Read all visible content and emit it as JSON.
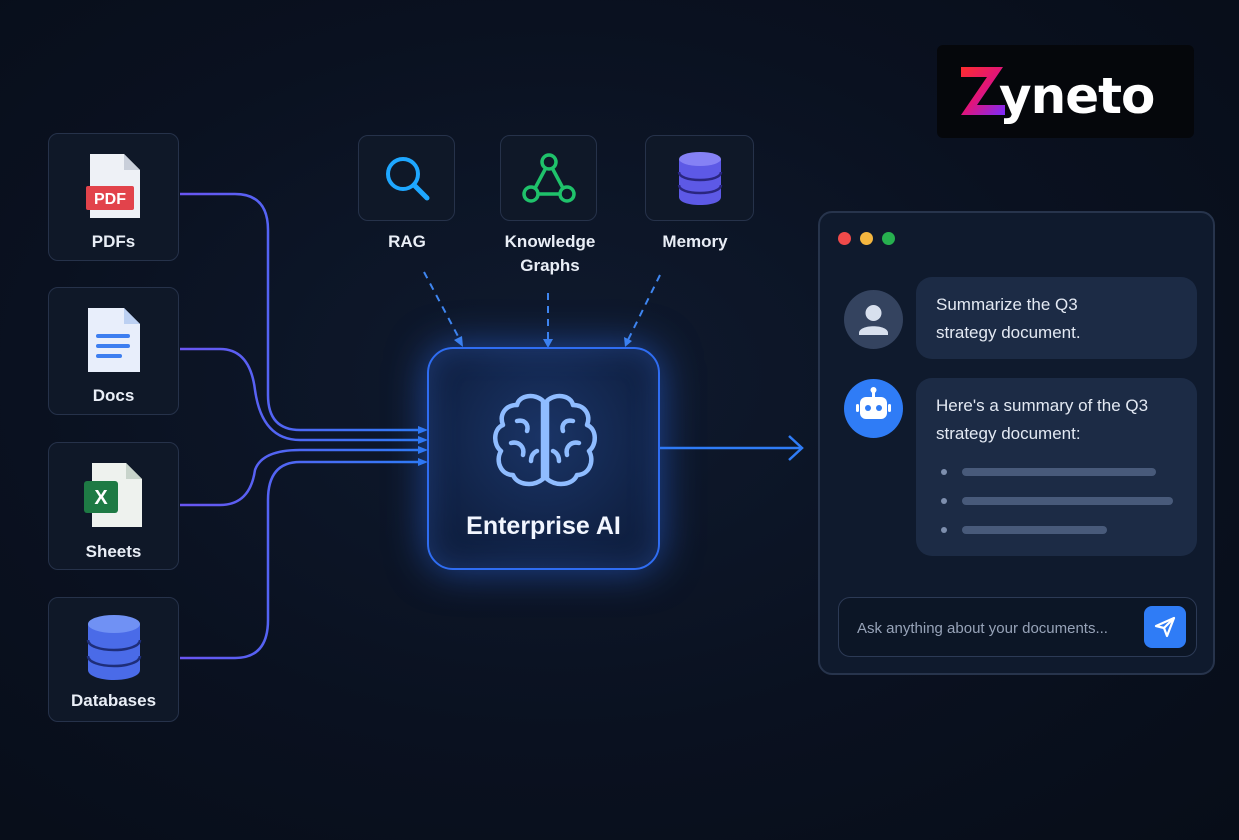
{
  "brand": {
    "name": "zyneto"
  },
  "sources": [
    {
      "label": "PDFs",
      "icon": "pdf-file-icon",
      "badge": "PDF"
    },
    {
      "label": "Docs",
      "icon": "doc-file-icon"
    },
    {
      "label": "Sheets",
      "icon": "sheet-file-icon",
      "badge": "X"
    },
    {
      "label": "Databases",
      "icon": "database-icon"
    }
  ],
  "tools": [
    {
      "label": "RAG",
      "icon": "search-icon"
    },
    {
      "label": "Knowledge\nGraphs",
      "icon": "graph-icon"
    },
    {
      "label": "Memory",
      "icon": "database-icon"
    }
  ],
  "core": {
    "label": "Enterprise AI",
    "icon": "brain-icon"
  },
  "chat": {
    "user_message": "Summarize the Q3 strategy document.",
    "bot_message": "Here's a summary of the Q3 strategy document:",
    "input_placeholder": "Ask anything about your documents...",
    "window_dots": [
      "#ef4a4a",
      "#f4b63f",
      "#27b04f"
    ]
  },
  "colors": {
    "accent": "#2f7cf6",
    "wire": "#5b5cf0",
    "background": "#0a1120",
    "rag": "#1ea7ff",
    "graph": "#1fc26b",
    "memory": "#6b67f0"
  }
}
